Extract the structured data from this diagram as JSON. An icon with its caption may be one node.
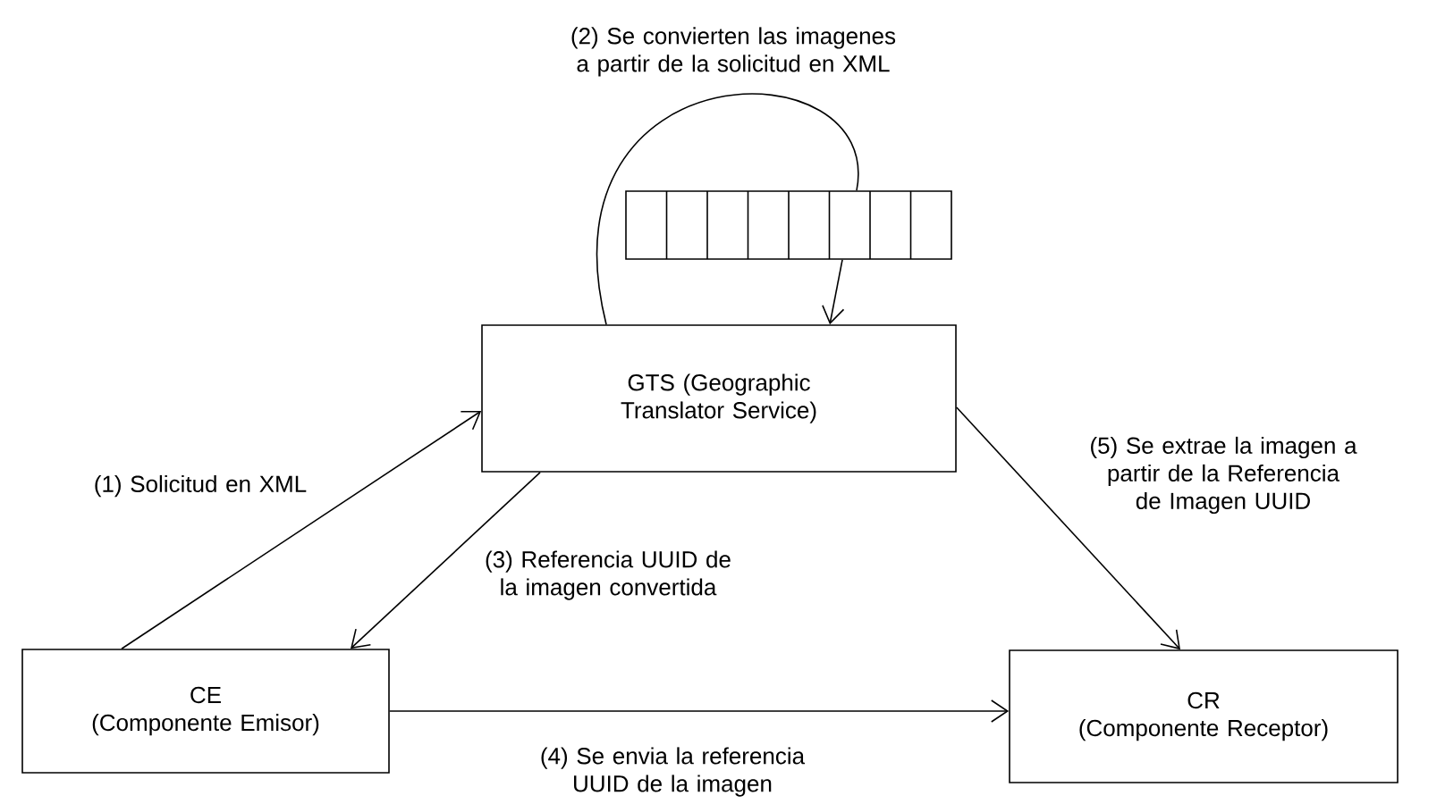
{
  "diagram": {
    "nodes": [
      {
        "text": [
          "GTS (Geographic Translator Service)"
        ]
      },
      {
        "text": [],
        "shape": "box"
      },
      {
        "text": [
          "CE",
          "(Componente Emisor)"
        ]
      },
      {
        "text": [
          "CR",
          "(Componente Receptor)"
        ]
      }
    ],
    "edges": [
      {
        "from": 0,
        "to": 1,
        "arrow": "none",
        "label": "(2) Se convierten las imagenes a partir de la solicitud en XML"
      },
      {
        "from": 1,
        "to": 0,
        "arrow": "to"
      },
      {
        "from": 2,
        "to": 0,
        "arrow": "to",
        "label": "(1) Solicitud en XML"
      },
      {
        "from": 0,
        "to": 2,
        "arrow": "to",
        "label": "(3) Referencia UUID de la imagen convertida"
      },
      {
        "from": 2,
        "to": 3,
        "arrow": "to",
        "label": "(4) Se envia la referencia UUID de la imagen"
      },
      {
        "from": 0,
        "to": 3,
        "arrow": "to",
        "label": "(5) Se extrae la imagen a partir de la Referencia de Imagen UUID"
      }
    ]
  }
}
